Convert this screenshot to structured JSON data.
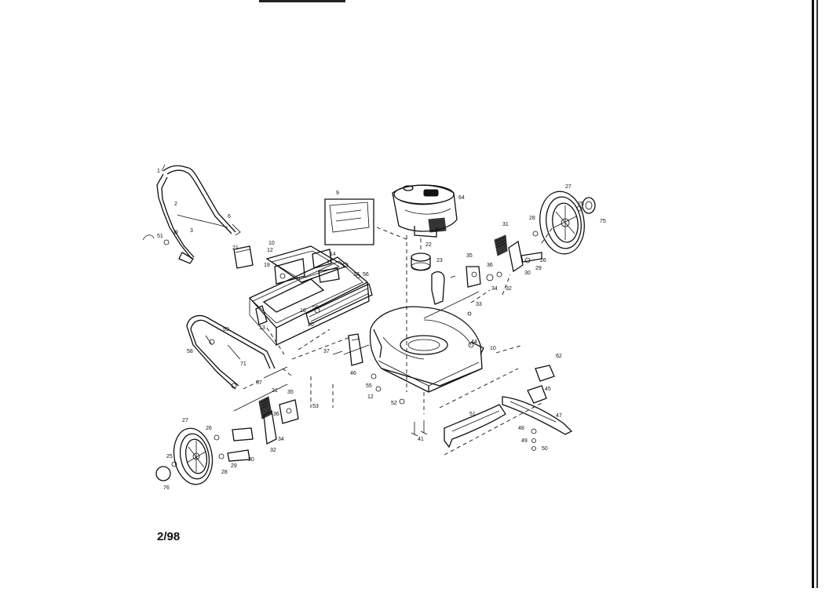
{
  "diagram": {
    "date_code": "2/98",
    "part_numbers": [
      "1",
      "2",
      "3",
      "6",
      "51",
      "9",
      "10",
      "12",
      "14",
      "17",
      "16",
      "19",
      "21",
      "20",
      "58",
      "64",
      "22",
      "23",
      "28",
      "27",
      "25",
      "75",
      "31",
      "30",
      "29",
      "26",
      "35",
      "36",
      "34",
      "32",
      "33",
      "13",
      "56",
      "59",
      "58",
      "71",
      "57",
      "37",
      "46",
      "55",
      "44",
      "10",
      "62",
      "45",
      "47",
      "48",
      "49",
      "50",
      "53",
      "31",
      "35",
      "36",
      "34",
      "32",
      "30",
      "29",
      "26",
      "27",
      "25",
      "76",
      "28",
      "12",
      "52",
      "41",
      "51"
    ]
  }
}
